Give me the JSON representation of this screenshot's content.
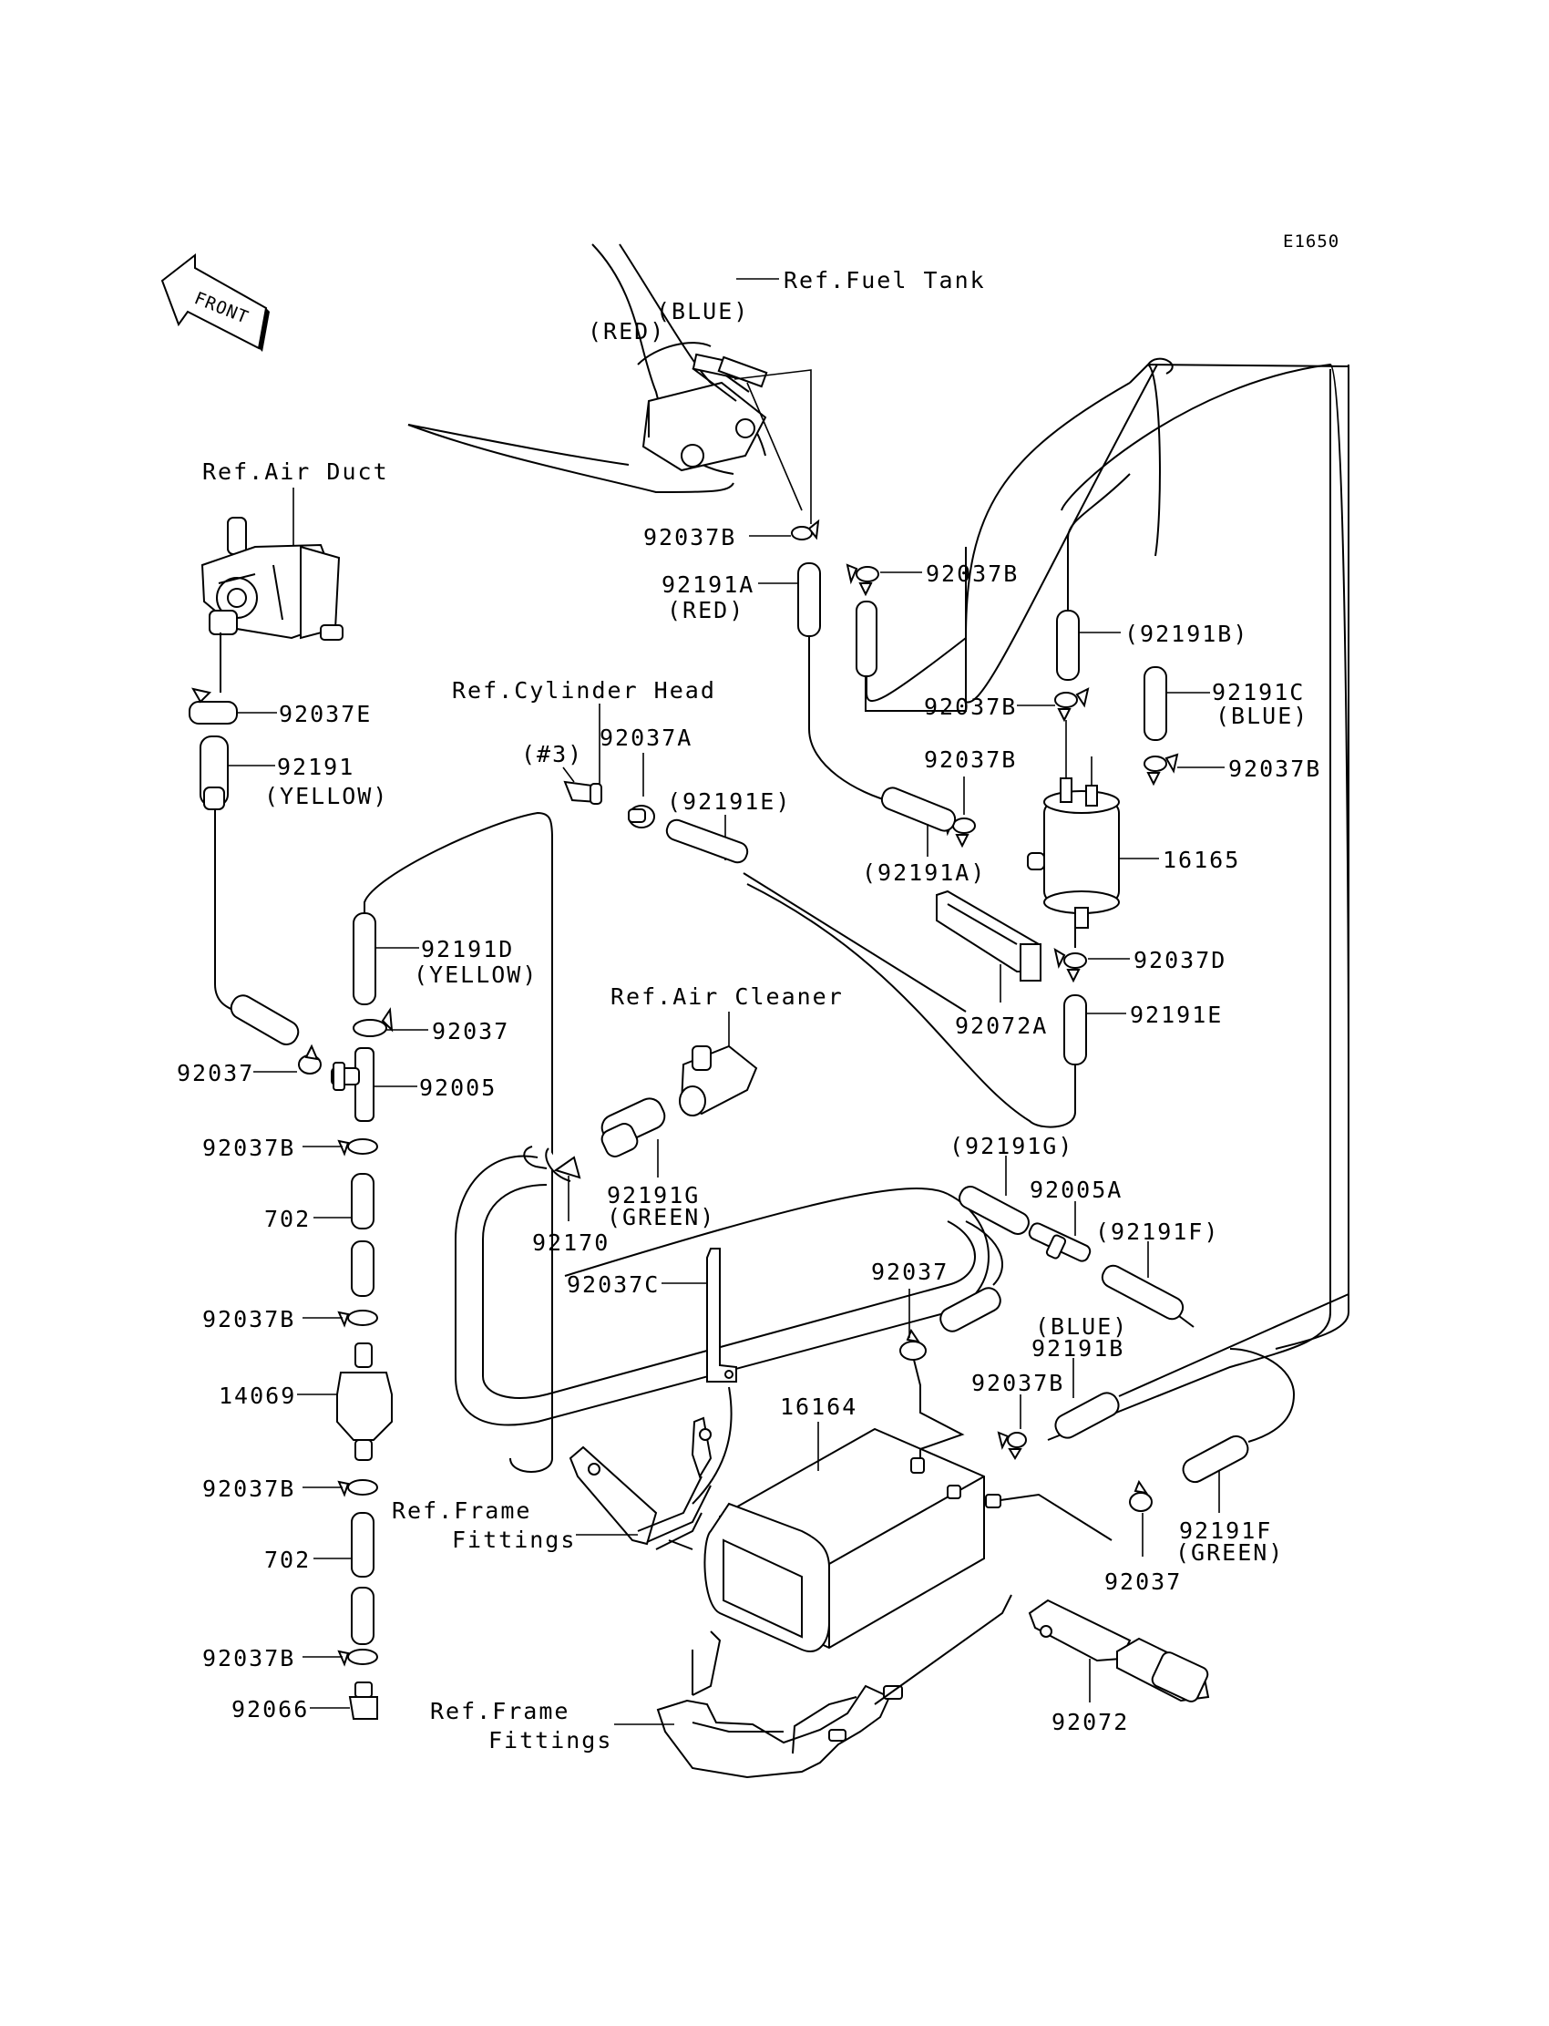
{
  "diagram_code": "E1650",
  "front_arrow": "FRONT",
  "refs": {
    "fuel_tank": "Ref.Fuel Tank",
    "air_duct": "Ref.Air Duct",
    "cylinder_head": "Ref.Cylinder Head",
    "air_cleaner": "Ref.Air Cleaner",
    "frame_fittings_a_line1": "Ref.Frame",
    "frame_fittings_a_line2": "Fittings",
    "frame_fittings_b_line1": "Ref.Frame",
    "frame_fittings_b_line2": "Fittings"
  },
  "labels": {
    "red_tank": "(RED)",
    "blue_tank": "(BLUE)",
    "p92037B_1": "92037B",
    "p92037B_2": "92037B",
    "p92191A": "92191A",
    "p92191A_color": "(RED)",
    "p92191B_ref": "(92191B)",
    "p92191C": "92191C",
    "p92191C_color": "(BLUE)",
    "p92037B_3": "92037B",
    "p92037B_4": "92037B",
    "p92037B_5": "92037B",
    "p92191A_ref": "(92191A)",
    "p16165": "16165",
    "p92037D": "92037D",
    "p92072A": "92072A",
    "p92191E": "92191E",
    "p92037E": "92037E",
    "p92191": "92191",
    "p92191_color": "(YELLOW)",
    "p3": "(#3)",
    "p92037A": "92037A",
    "p92191E_ref": "(92191E)",
    "p92191D": "92191D",
    "p92191D_color": "(YELLOW)",
    "p92037_a": "92037",
    "p92037_b": "92037",
    "p92005": "92005",
    "p92037B_6": "92037B",
    "p702_1": "702",
    "p92037B_7": "92037B",
    "p14069": "14069",
    "p92037B_8": "92037B",
    "p702_2": "702",
    "p92037B_9": "92037B",
    "p92066": "92066",
    "p92191G": "92191G",
    "p92191G_color": "(GREEN)",
    "p92170": "92170",
    "p92037C": "92037C",
    "p92191G_ref": "(92191G)",
    "p92005A": "92005A",
    "p92191F_ref": "(92191F)",
    "p92037_c": "92037",
    "p92191B_color": "(BLUE)",
    "p92191B": "92191B",
    "p92037B_10": "92037B",
    "p16164": "16164",
    "p92191F": "92191F",
    "p92191F_color": "(GREEN)",
    "p92037_d": "92037",
    "p92072": "92072"
  }
}
